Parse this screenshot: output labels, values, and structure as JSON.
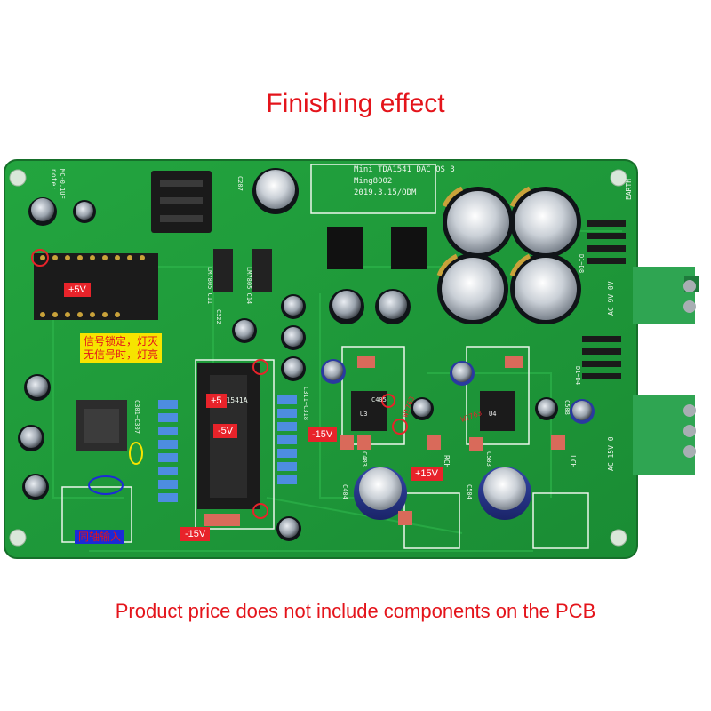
{
  "page": {
    "title": "Finishing effect",
    "footer": "Product price does not include components on the PCB"
  },
  "colors": {
    "heading_red": "#e4141b",
    "pcb_green": "#1f9a3a",
    "label_red": "#e8232a",
    "label_yellow": "#f6e400",
    "label_blue": "#1c2ad6"
  },
  "pcb": {
    "silkscreen": {
      "board_title": "Mini TDA1541 DAC OS 3",
      "author": "Ming8002",
      "date": "2019.3.15/ODM",
      "note": "note:",
      "note_value": "MC-0.1UF",
      "dac_chip": "TDA1541A",
      "earth": "EARTH",
      "ac_9v": "AC 9V 0V",
      "ac_15v": "AC 15V 0",
      "regulator_1": "LM7805 C11",
      "regulator_2": "LM7805 C14",
      "rch": "RCH",
      "lch": "LCH",
      "c301_c307": "C301~C307",
      "c311_c318": "C311~C318",
      "d1_d8": "D1~D8",
      "d1_d4": "D1~D4",
      "cap_c207": "C207",
      "cap_c322": "C322",
      "cap_c404": "C404",
      "cap_c504": "C504",
      "cap_c508": "C508",
      "cap_c405": "C405",
      "cap_c403": "C403",
      "cap_c503": "C503",
      "chip_u3": "U3",
      "chip_u4": "U4",
      "opamp_1": "W1763",
      "opamp_2": "W1763"
    },
    "annotations": {
      "plus5v_top": "+5V",
      "plus5": "+5",
      "minus5v": "-5V",
      "minus15v_mid": "-15V",
      "plus15v": "+15V",
      "minus15v_bottom": "-15V",
      "signal_note_line1": "信号锁定，灯灭",
      "signal_note_line2": "无信号时，灯亮",
      "coax_input": "同轴输入"
    }
  }
}
